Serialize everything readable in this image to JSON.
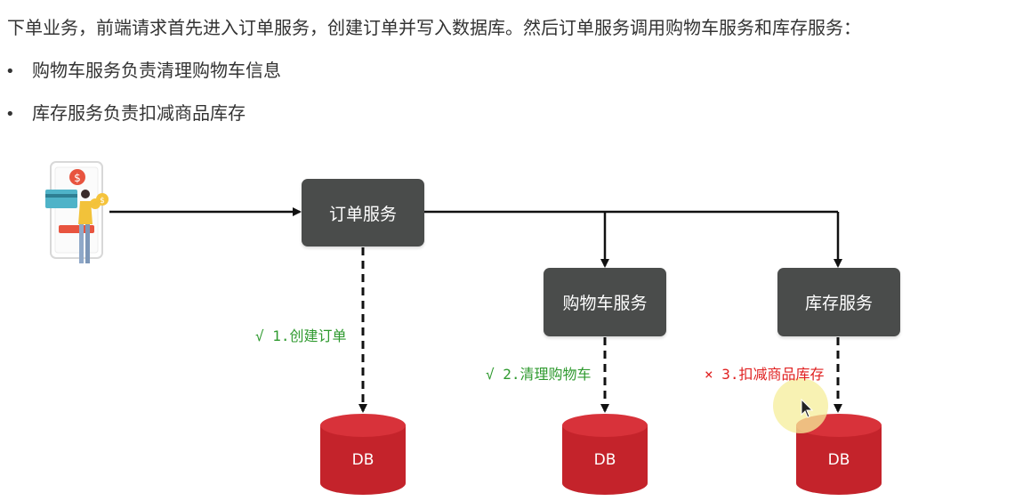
{
  "intro_text": "下单业务，前端请求首先进入订单服务，创建订单并写入数据库。然后订单服务调用购物车服务和库存服务：",
  "bullets": [
    {
      "dot": "•",
      "text": "购物车服务负责清理购物车信息"
    },
    {
      "dot": "•",
      "text": "库存服务负责扣减商品库存"
    }
  ],
  "diagram": {
    "services": {
      "order": "订单服务",
      "cart": "购物车服务",
      "stock": "库存服务"
    },
    "steps": [
      {
        "text": "√ 1.创建订单",
        "status": "success",
        "color": "#2f9a2f"
      },
      {
        "text": "√ 2.清理购物车",
        "status": "success",
        "color": "#2f9a2f"
      },
      {
        "text": "× 3.扣减商品库存",
        "status": "failure",
        "color": "#e02020"
      }
    ],
    "databases": [
      "DB",
      "DB",
      "DB"
    ],
    "colors": {
      "service_box": "#4a4c4b",
      "database": "#c4232b",
      "database_top": "#d8323a",
      "arrow": "#111111",
      "cursor_highlight": "#f5ee9a"
    },
    "icons": {
      "client": "mobile-payment-client-icon",
      "cursor": "mouse-cursor-icon"
    }
  }
}
